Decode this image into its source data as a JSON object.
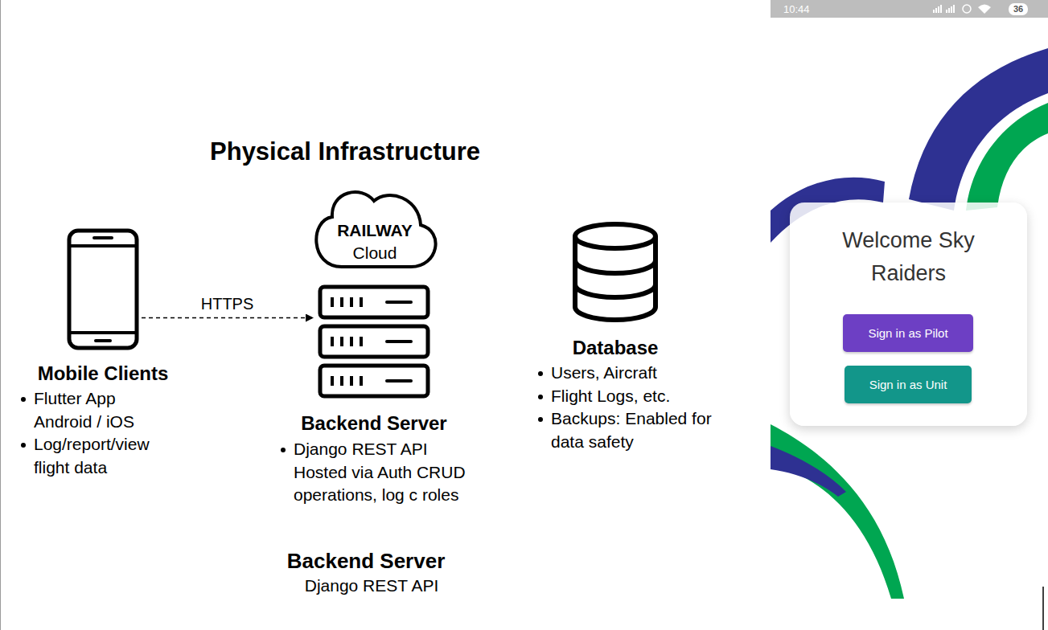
{
  "diagram": {
    "title": "Physical Infrastructure",
    "nodes": [
      {
        "text": [
          "Mobile Clients",
          "Flutter App Android / iOS",
          "Log/report/view flight data"
        ]
      },
      {
        "text": [
          "RAILWAY",
          "Cloud"
        ]
      },
      {
        "text": [
          "Backend Server",
          "Django REST API Hosted via Auth CRUD operations, log c roles"
        ]
      },
      {
        "text": [
          "Database",
          "Users, Aircraft",
          "Flight Logs, etc.",
          "Backups: Enabled for data safety"
        ]
      },
      {
        "text": [
          "Welcome Sky Raiders"
        ]
      },
      {
        "text": [
          "Sign in as Pilot"
        ],
        "in": 4
      },
      {
        "text": [
          "Sign in as Unit"
        ],
        "in": 4
      }
    ],
    "edges": [
      {
        "from": 0,
        "to": 2,
        "label": "HTTPS",
        "arrow": "to"
      }
    ],
    "labels": [
      "Backend Server",
      "Django REST API",
      "10:44",
      "36"
    ]
  }
}
